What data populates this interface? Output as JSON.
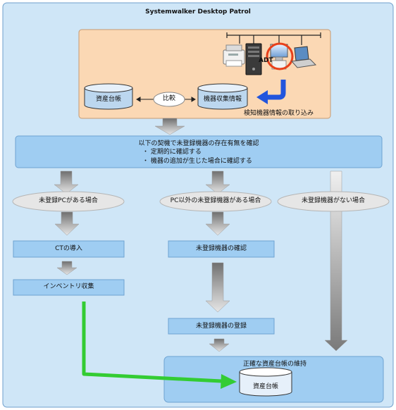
{
  "title": "Systemwalker Desktop Patrol",
  "top_panel": {
    "asset_ledger": "資産台帳",
    "compare": "比較",
    "device_info": "機器収集情報",
    "detect_caption": "検知機器情報の取り込み",
    "adt_label": "ADT"
  },
  "check": {
    "line1": "以下の契機で未登録機器の存在有無を確認",
    "line2": "・ 定期的に確認する",
    "line3": "・ 機器の追加が生じた場合に確認する"
  },
  "branches": {
    "pc": "未登録PCがある場合",
    "non_pc": "PC以外の未登録機器がある場合",
    "none": "未登録機器がない場合"
  },
  "steps": {
    "ct_install": "CTの導入",
    "inventory": "インベントリ収集",
    "confirm_unreg": "未登録機器の確認",
    "register_unreg": "未登録機器の登録"
  },
  "result": {
    "maintain": "正確な資産台帳の維持",
    "ledger": "資産台帳"
  },
  "colors": {
    "outer_bg": "#cfe6f7",
    "outer_border": "#6f9fcc",
    "top_panel_bg": "#fbd8b4",
    "top_panel_border": "#c49a73",
    "box_fill": "#9fcdf2",
    "box_border": "#6ea3d2",
    "oval_fill": "#e6e6e6",
    "green_arrow": "#33cc33",
    "blue_arrow": "#2255dd",
    "red_circle": "#e8401a"
  }
}
